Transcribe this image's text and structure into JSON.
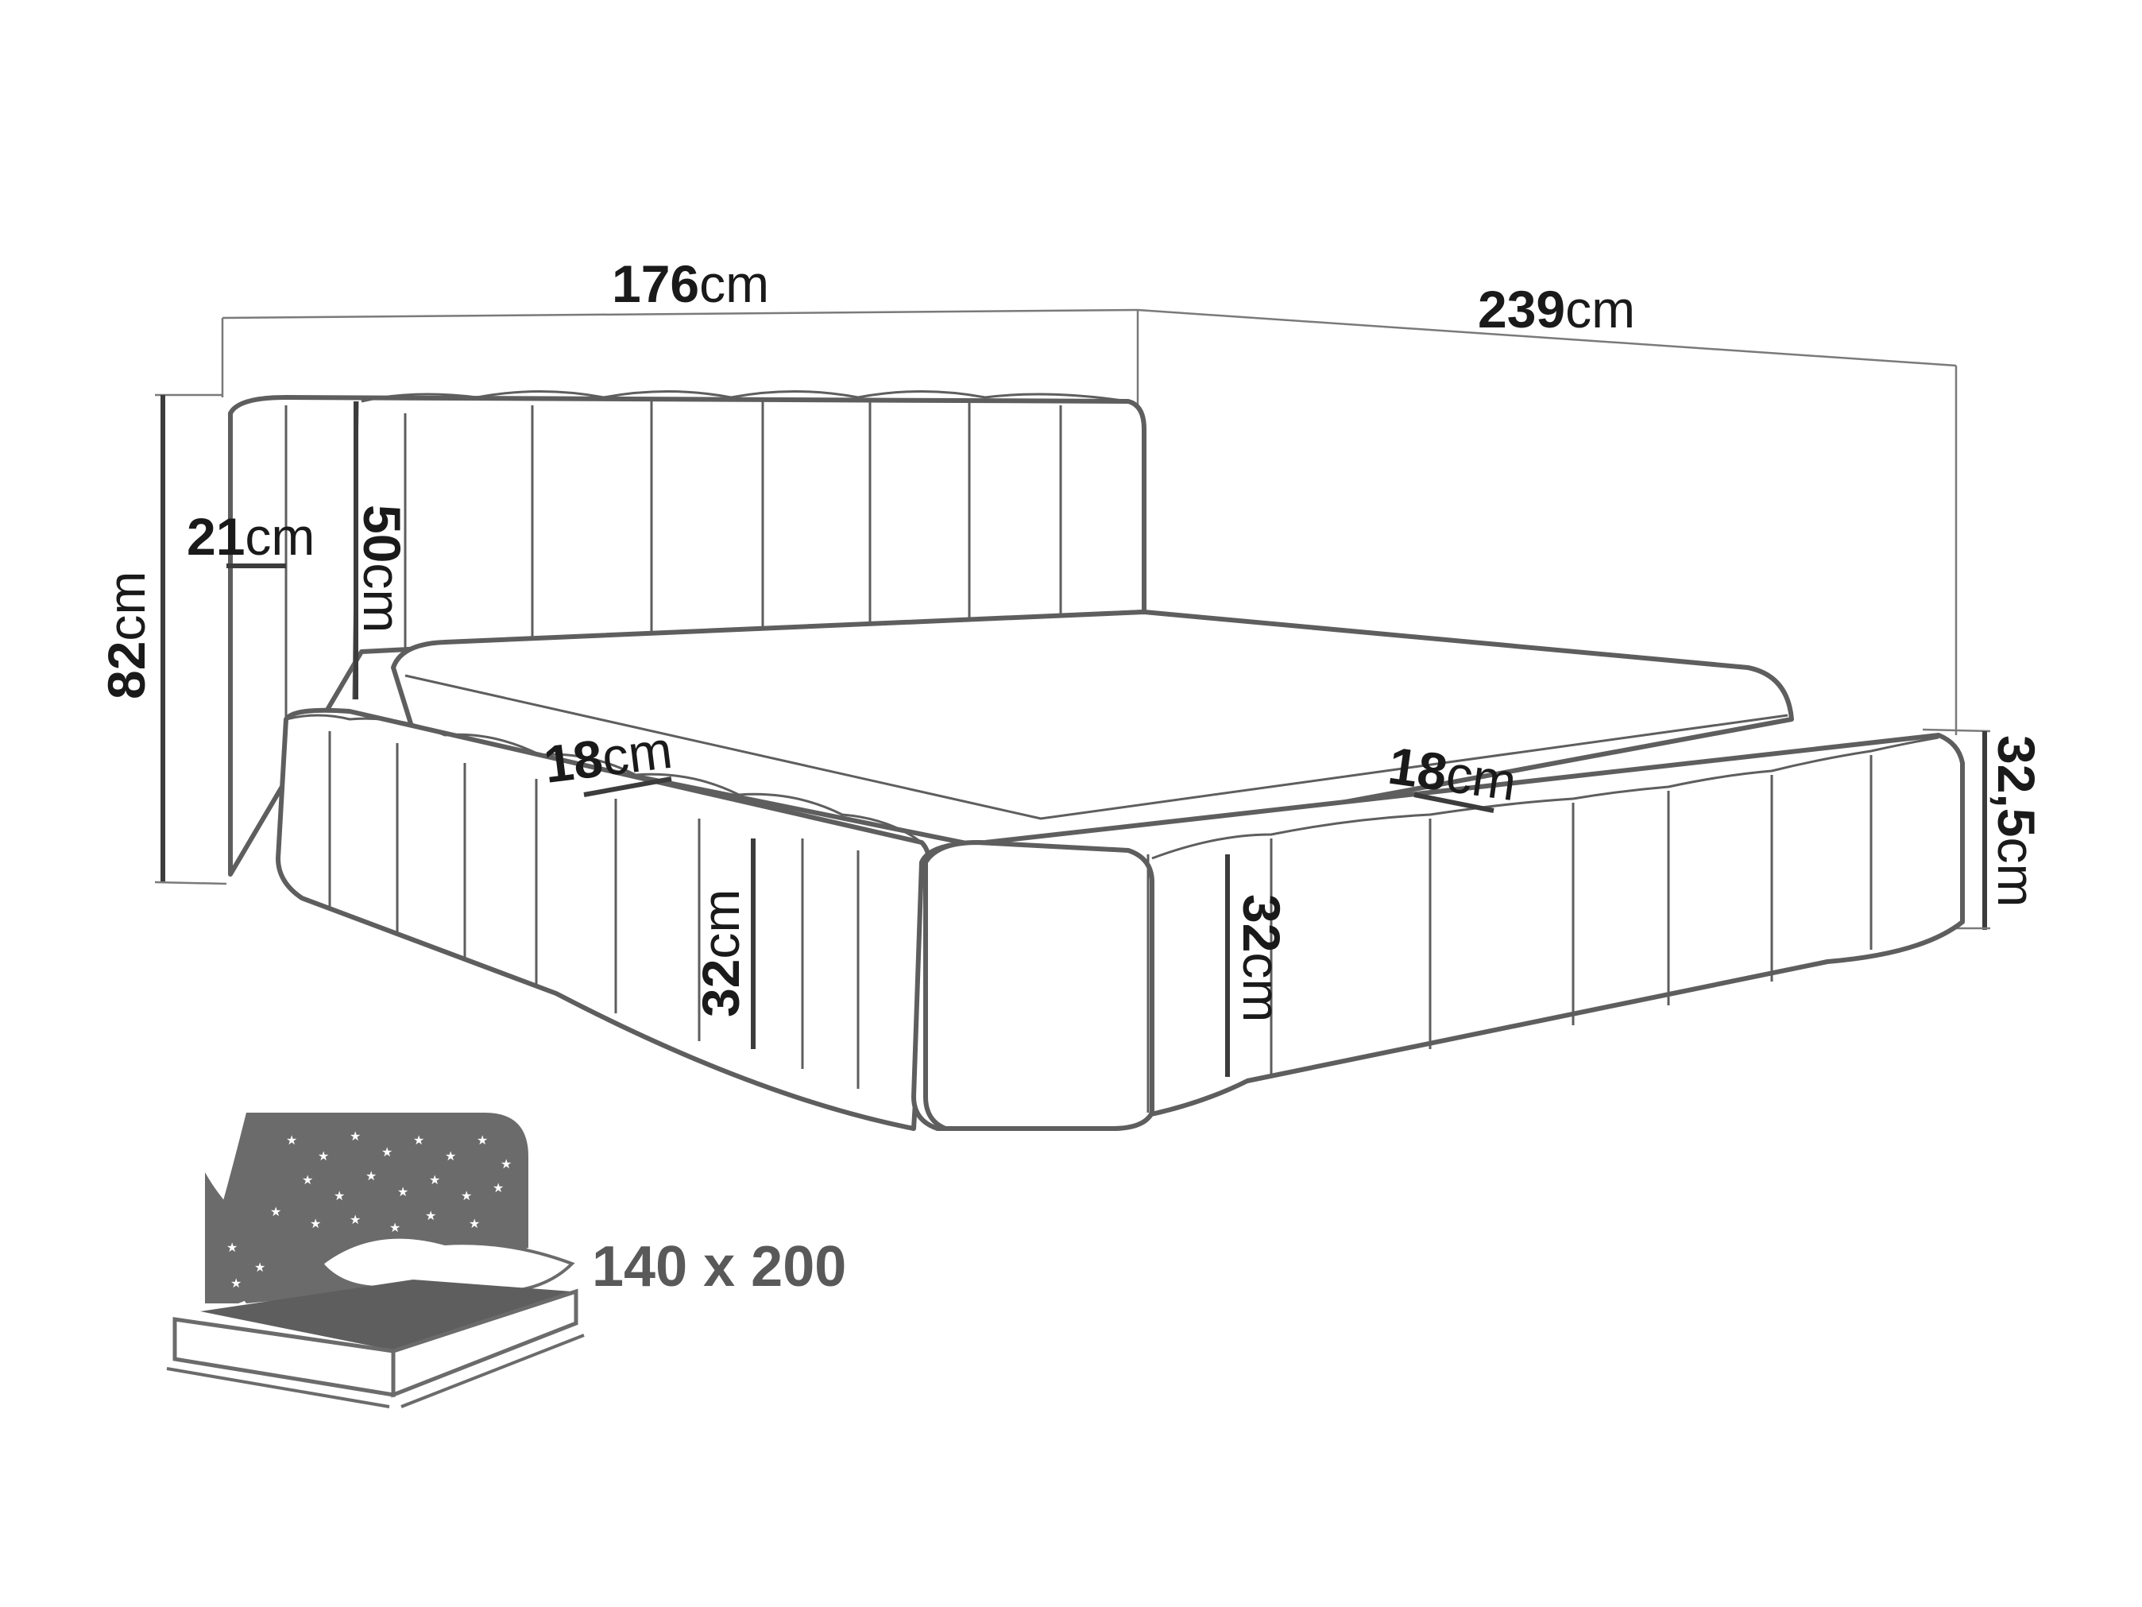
{
  "dimensions": {
    "width": {
      "value": "176",
      "unit": "cm"
    },
    "length": {
      "value": "239",
      "unit": "cm"
    },
    "total_height": {
      "value": "82",
      "unit": "cm"
    },
    "headboard_height": {
      "value": "50",
      "unit": "cm"
    },
    "side_panel_width": {
      "value": "21",
      "unit": "cm"
    },
    "frame_segment_left": {
      "value": "18",
      "unit": "cm"
    },
    "frame_segment_right": {
      "value": "18",
      "unit": "cm"
    },
    "frame_height_left": {
      "value": "32",
      "unit": "cm"
    },
    "frame_height_right": {
      "value": "32",
      "unit": "cm"
    },
    "frame_height_rear": {
      "value": "32,5",
      "unit": "cm"
    }
  },
  "mattress_size": "140 x 200",
  "icons": [
    "bed-frame-outline",
    "starry-headboard-icon"
  ],
  "colors": {
    "outline": "#5e5e5e",
    "text": "#1a1a1a",
    "icon_fill": "#6b6b6b",
    "size_label": "#595959"
  }
}
